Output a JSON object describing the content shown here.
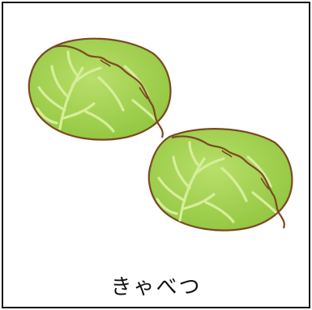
{
  "card": {
    "caption": "きゃべつ"
  },
  "illustration": {
    "subject": "cabbage",
    "count": 2,
    "colors": {
      "leaf": "#a6d457",
      "leaf_shade": "#8fc13e",
      "vein": "#d6ee9a",
      "outline": "#7a4a22",
      "frame": "#111111"
    }
  }
}
